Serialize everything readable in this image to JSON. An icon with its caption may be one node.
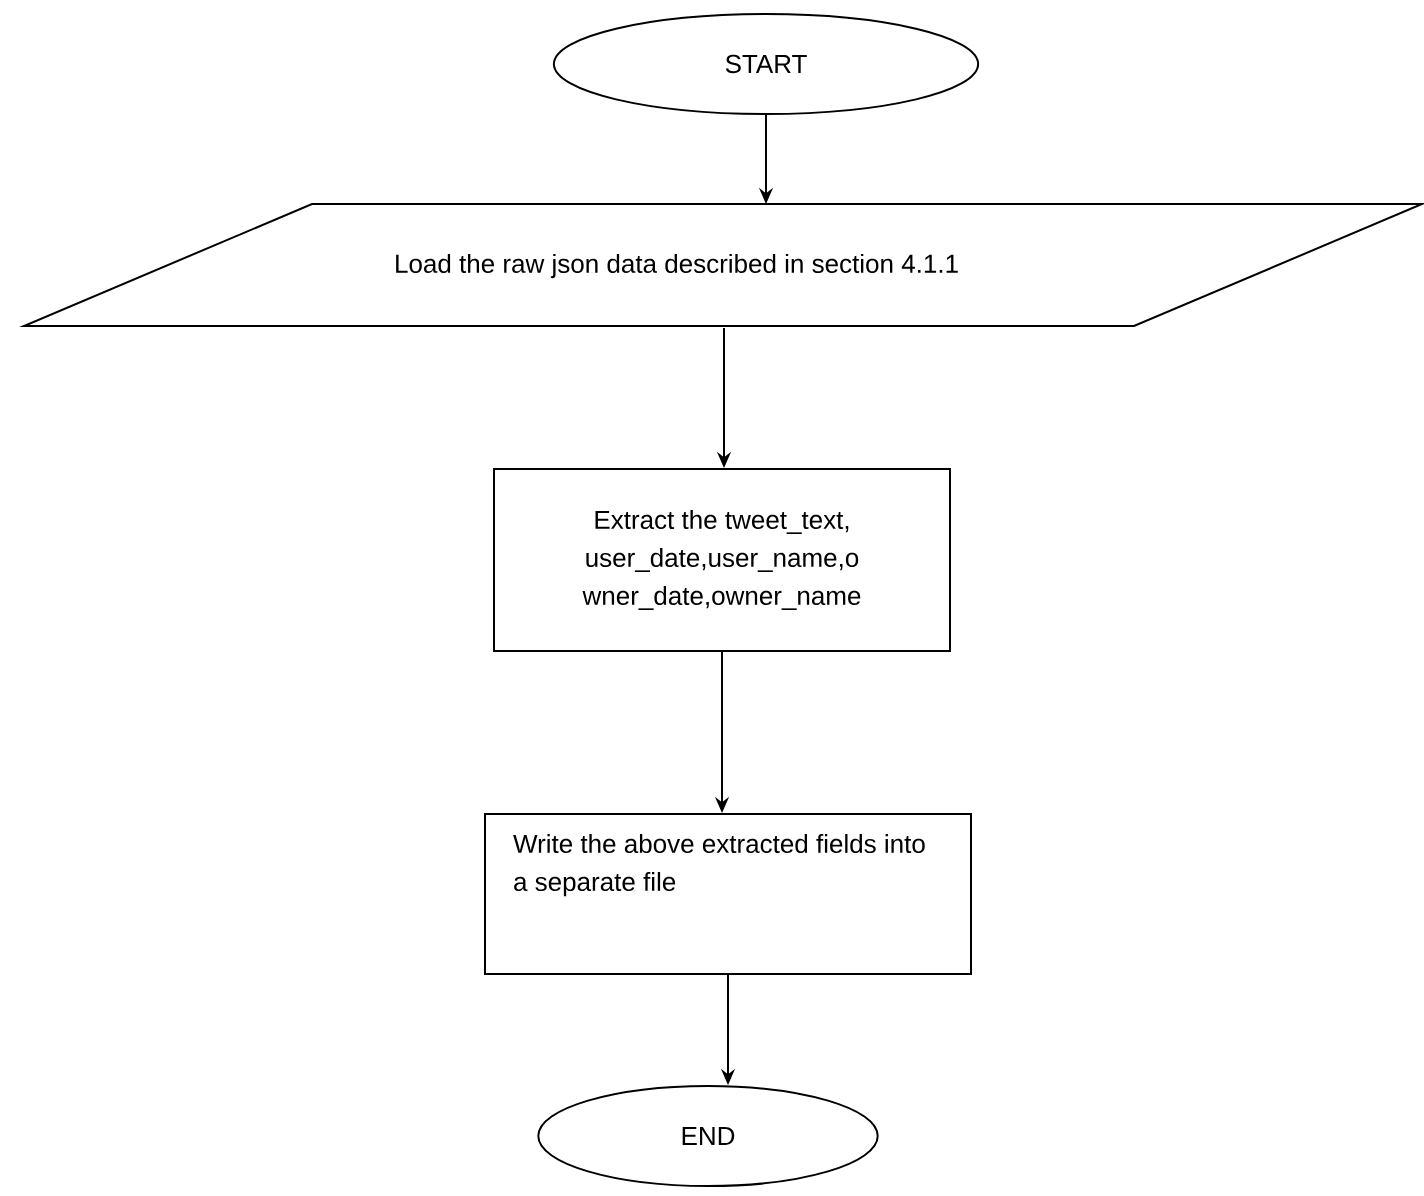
{
  "diagram": {
    "nodes": [
      {
        "text": [
          "START"
        ]
      },
      {
        "text": [
          "Load the raw json data described in section 4.1.1"
        ]
      },
      {
        "text": [
          "Extract the tweet_text, user_date,user_name,o wner_date,owner_name"
        ]
      },
      {
        "text": [
          "Write the above extracted fields into a separate file"
        ]
      },
      {
        "text": [
          "END"
        ]
      }
    ],
    "edges": [
      {
        "from": 0,
        "to": 1,
        "arrow": "to"
      },
      {
        "from": 1,
        "to": 2,
        "arrow": "to"
      },
      {
        "from": 2,
        "to": 3,
        "arrow": "to"
      },
      {
        "from": 3,
        "to": 4,
        "arrow": "to"
      }
    ]
  }
}
